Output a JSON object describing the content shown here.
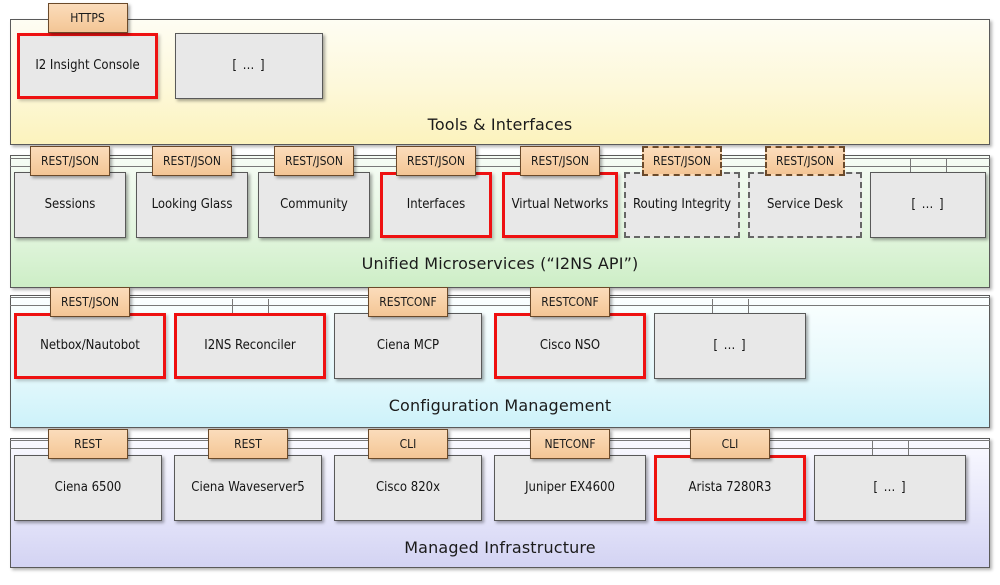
{
  "diagram": {
    "title": "I2NS layered network automation architecture",
    "colors": {
      "band_tools": "#fcf3bd",
      "band_microservices": "#cdeec6",
      "band_config": "#cdf2fa",
      "band_infra": "#d3d3f3",
      "node_fill": "#e8e8e8",
      "node_border": "#595959",
      "highlight_border": "#ee1111",
      "tab_fill": "#f7cfa4",
      "tab_border": "#6b4a2a",
      "bus_line": "#787878"
    }
  },
  "bands": [
    {
      "id": "tools",
      "label": "Tools & Interfaces"
    },
    {
      "id": "microservices",
      "label": "Unified Microservices (“I2NS API”)"
    },
    {
      "id": "config",
      "label": "Configuration Management"
    },
    {
      "id": "infrastructure",
      "label": "Managed Infrastructure"
    }
  ],
  "rows": [
    {
      "id": "tools-row",
      "nodes": [
        {
          "label": "I2 Insight Console",
          "tab": "HTTPS",
          "highlight": true,
          "dashed": false,
          "tab_dashed": false
        },
        {
          "label": "[ … ]",
          "tab": null,
          "highlight": false,
          "dashed": false,
          "tab_dashed": false
        }
      ]
    },
    {
      "id": "microservices-row",
      "nodes": [
        {
          "label": "Sessions",
          "tab": "REST/JSON",
          "highlight": false,
          "dashed": false,
          "tab_dashed": false
        },
        {
          "label": "Looking Glass",
          "tab": "REST/JSON",
          "highlight": false,
          "dashed": false,
          "tab_dashed": false
        },
        {
          "label": "Community",
          "tab": "REST/JSON",
          "highlight": false,
          "dashed": false,
          "tab_dashed": false
        },
        {
          "label": "Interfaces",
          "tab": "REST/JSON",
          "highlight": true,
          "dashed": false,
          "tab_dashed": false
        },
        {
          "label": "Virtual Networks",
          "tab": "REST/JSON",
          "highlight": true,
          "dashed": false,
          "tab_dashed": false
        },
        {
          "label": "Routing Integrity",
          "tab": "REST/JSON",
          "highlight": false,
          "dashed": true,
          "tab_dashed": true
        },
        {
          "label": "Service Desk",
          "tab": "REST/JSON",
          "highlight": false,
          "dashed": true,
          "tab_dashed": true
        },
        {
          "label": "[ … ]",
          "tab": null,
          "highlight": false,
          "dashed": false,
          "tab_dashed": false
        }
      ]
    },
    {
      "id": "config-row",
      "nodes": [
        {
          "label": "Netbox/Nautobot",
          "tab": "REST/JSON",
          "highlight": true,
          "dashed": false,
          "tab_dashed": false
        },
        {
          "label": "I2NS Reconciler",
          "tab": null,
          "highlight": true,
          "dashed": false,
          "tab_dashed": false
        },
        {
          "label": "Ciena MCP",
          "tab": "RESTCONF",
          "highlight": false,
          "dashed": false,
          "tab_dashed": false
        },
        {
          "label": "Cisco NSO",
          "tab": "RESTCONF",
          "highlight": true,
          "dashed": false,
          "tab_dashed": false
        },
        {
          "label": "[ … ]",
          "tab": null,
          "highlight": false,
          "dashed": false,
          "tab_dashed": false
        }
      ]
    },
    {
      "id": "infrastructure-row",
      "nodes": [
        {
          "label": "Ciena 6500",
          "tab": "REST",
          "highlight": false,
          "dashed": false,
          "tab_dashed": false
        },
        {
          "label": "Ciena Waveserver5",
          "tab": "REST",
          "highlight": false,
          "dashed": false,
          "tab_dashed": false
        },
        {
          "label": "Cisco 820x",
          "tab": "CLI",
          "highlight": false,
          "dashed": false,
          "tab_dashed": false
        },
        {
          "label": "Juniper EX4600",
          "tab": "NETCONF",
          "highlight": false,
          "dashed": false,
          "tab_dashed": false
        },
        {
          "label": "Arista 7280R3",
          "tab": "CLI",
          "highlight": true,
          "dashed": false,
          "tab_dashed": false
        },
        {
          "label": "[ … ]",
          "tab": null,
          "highlight": false,
          "dashed": false,
          "tab_dashed": false
        }
      ]
    }
  ]
}
